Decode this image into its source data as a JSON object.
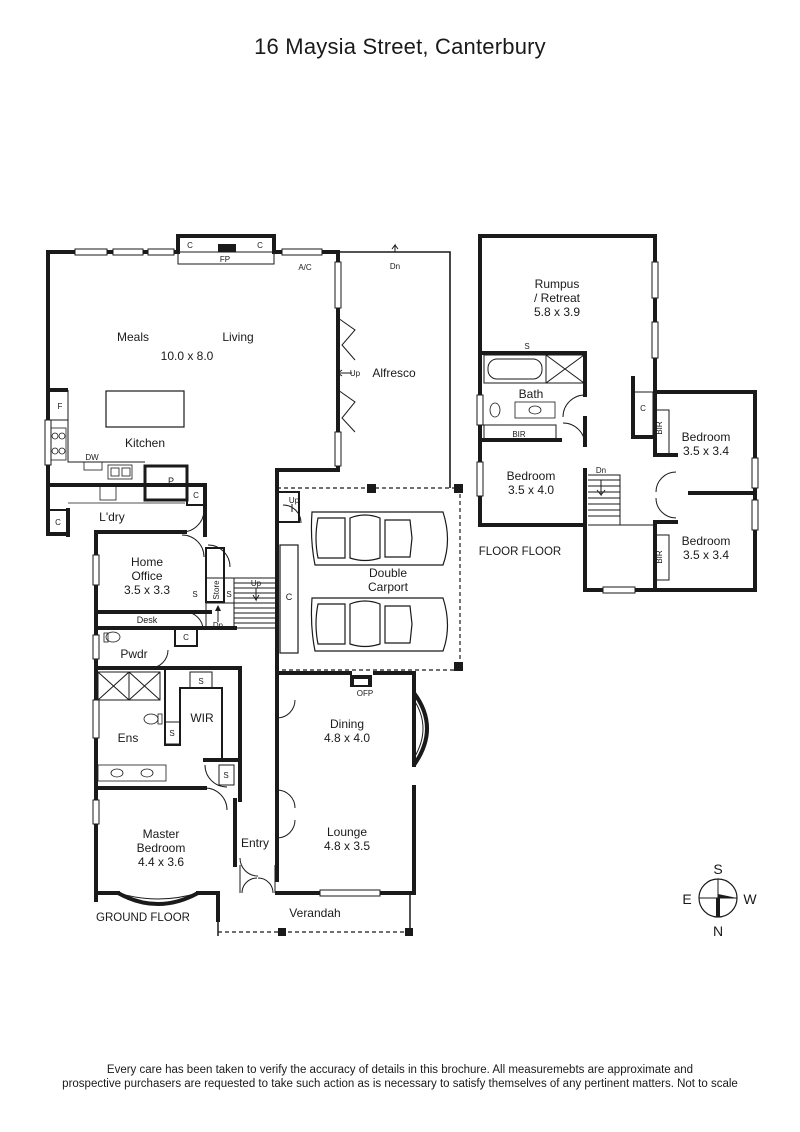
{
  "title": "16 Maysia Street, Canterbury",
  "ground_floor": {
    "label": "GROUND FLOOR",
    "rooms": {
      "meals": "Meals",
      "living": "Living",
      "meals_living_dims": "10.0 x 8.0",
      "kitchen": "Kitchen",
      "alfresco": "Alfresco",
      "laundry": "L'dry",
      "home_office": "Home",
      "home_office_2": "Office",
      "home_office_dims": "3.5 x 3.3",
      "desk": "Desk",
      "store": "Store",
      "powder": "Pwdr",
      "double_carport": "Double",
      "double_carport_2": "Carport",
      "ensuite": "Ens",
      "wir": "WIR",
      "dining": "Dining",
      "dining_dims": "4.8 x 4.0",
      "lounge": "Lounge",
      "lounge_dims": "4.8 x 3.5",
      "master": "Master",
      "master_2": "Bedroom",
      "master_dims": "4.4 x 3.6",
      "entry": "Entry",
      "verandah": "Verandah"
    },
    "marks": {
      "fp": "FP",
      "ofp": "OFP",
      "ac": "A/C",
      "fridge": "F",
      "dishwasher": "DW",
      "pantry": "P",
      "cupboard": "C",
      "shelf": "S",
      "up": "Up",
      "dn": "Dn"
    }
  },
  "first_floor": {
    "label": "FLOOR FLOOR",
    "rooms": {
      "rumpus": "Rumpus",
      "rumpus_2": "/ Retreat",
      "rumpus_dims": "5.8 x 3.9",
      "bath": "Bath",
      "bir": "BIR",
      "bedroom_a": "Bedroom",
      "bedroom_a_dims": "3.5 x 4.0",
      "bedroom_b": "Bedroom",
      "bedroom_b_dims": "3.5 x 3.4",
      "bedroom_c": "Bedroom",
      "bedroom_c_dims": "3.5 x 3.4"
    },
    "marks": {
      "cupboard": "C",
      "shelf": "S",
      "bir": "BIR",
      "dn": "Dn"
    }
  },
  "compass": {
    "s": "S",
    "e": "E",
    "w": "W",
    "n": "N",
    "icon": "compass-rose-icon"
  },
  "disclaimer": {
    "line1": "Every care has been taken to verify the accuracy of details in this brochure. All measuremebts are approximate and",
    "line2": "prospective purchasers are requested to take such action as is necessary to satisfy themselves of any pertinent matters. Not to scale"
  },
  "colors": {
    "wall": "#1a1a1a",
    "window": "#ffffff",
    "thin_line": "#333333"
  }
}
